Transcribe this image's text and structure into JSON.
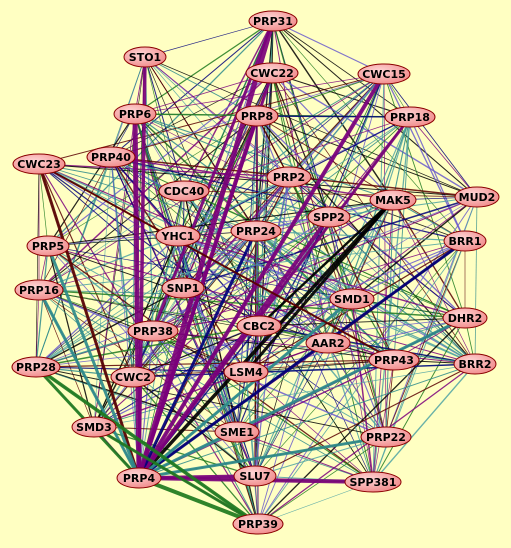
{
  "colors": {
    "background": "#FFFFC2",
    "node_fill_light": "#FFD6D6",
    "node_fill_dark": "#F08A8A",
    "node_stroke": "#8B0000",
    "edge_palette": [
      "#7B007B",
      "#2E8B8B",
      "#1E7A1E",
      "#000000",
      "#00007A",
      "#5A0000",
      "#4FA3A3",
      "#6A5ACD"
    ]
  },
  "nodes": [
    {
      "id": "PRP31",
      "label": "PRP31"
    },
    {
      "id": "STO1",
      "label": "STO1"
    },
    {
      "id": "CWC22",
      "label": "CWC22"
    },
    {
      "id": "CWC15",
      "label": "CWC15"
    },
    {
      "id": "PRP6",
      "label": "PRP6"
    },
    {
      "id": "PRP8",
      "label": "PRP8"
    },
    {
      "id": "PRP18",
      "label": "PRP18"
    },
    {
      "id": "CWC23",
      "label": "CWC23"
    },
    {
      "id": "PRP40",
      "label": "PRP40"
    },
    {
      "id": "CDC40",
      "label": "CDC40"
    },
    {
      "id": "PRP2",
      "label": "PRP2"
    },
    {
      "id": "MAK5",
      "label": "MAK5"
    },
    {
      "id": "MUD2",
      "label": "MUD2"
    },
    {
      "id": "SPP2",
      "label": "SPP2"
    },
    {
      "id": "YHC1",
      "label": "YHC1"
    },
    {
      "id": "PRP24",
      "label": "PRP24"
    },
    {
      "id": "PRP5",
      "label": "PRP5"
    },
    {
      "id": "BRR1",
      "label": "BRR1"
    },
    {
      "id": "PRP16",
      "label": "PRP16"
    },
    {
      "id": "SNP1",
      "label": "SNP1"
    },
    {
      "id": "SMD1",
      "label": "SMD1"
    },
    {
      "id": "DHR2",
      "label": "DHR2"
    },
    {
      "id": "PRP38",
      "label": "PRP38"
    },
    {
      "id": "CBC2",
      "label": "CBC2"
    },
    {
      "id": "AAR2",
      "label": "AAR2"
    },
    {
      "id": "PRP28",
      "label": "PRP28"
    },
    {
      "id": "PRP43",
      "label": "PRP43"
    },
    {
      "id": "BRR2",
      "label": "BRR2"
    },
    {
      "id": "LSM4",
      "label": "LSM4"
    },
    {
      "id": "CWC2",
      "label": "CWC2"
    },
    {
      "id": "SMD3",
      "label": "SMD3"
    },
    {
      "id": "SME1",
      "label": "SME1"
    },
    {
      "id": "PRP22",
      "label": "PRP22"
    },
    {
      "id": "PRP4",
      "label": "PRP4"
    },
    {
      "id": "SLU7",
      "label": "SLU7"
    },
    {
      "id": "SPP381",
      "label": "SPP381"
    },
    {
      "id": "PRP39",
      "label": "PRP39"
    }
  ]
}
